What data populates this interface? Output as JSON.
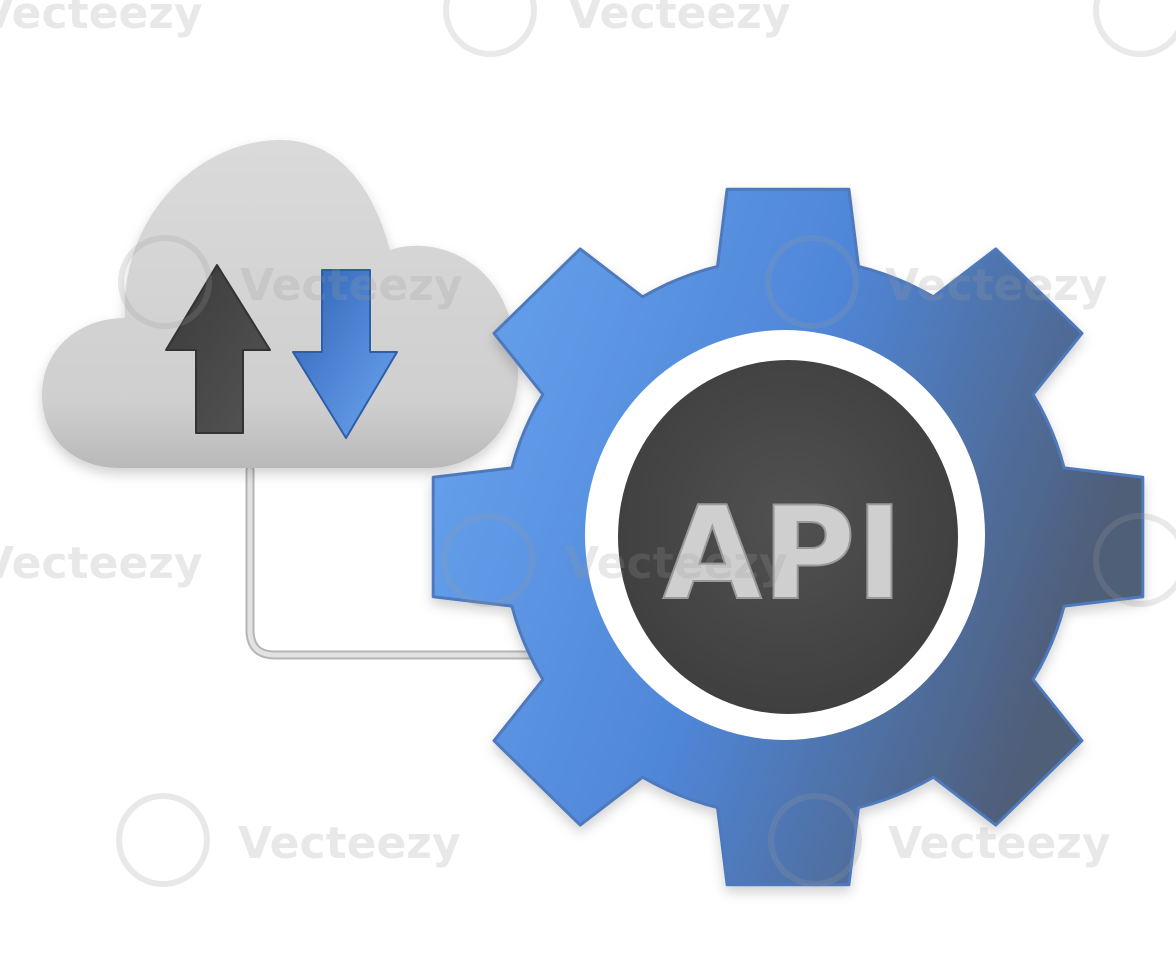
{
  "illustration": {
    "api_label": "API",
    "watermark_text": "Vecteezy",
    "icons": [
      "cloud-icon",
      "upload-arrow-icon",
      "download-arrow-icon",
      "gear-icon",
      "connector-line"
    ],
    "colors": {
      "background": "#ffffff",
      "cloud": "#d4d4d4",
      "cloud_shadow": "#a9a9a9",
      "dark_arrow": "#4a4a4a",
      "blue_arrow": "#4a7fd6",
      "gear_light": "#5f98e6",
      "gear_dark": "#55647e",
      "api_circle": "#4b4b4b",
      "api_text": "#c9c9c9",
      "connector": "#c8c8c8"
    }
  }
}
